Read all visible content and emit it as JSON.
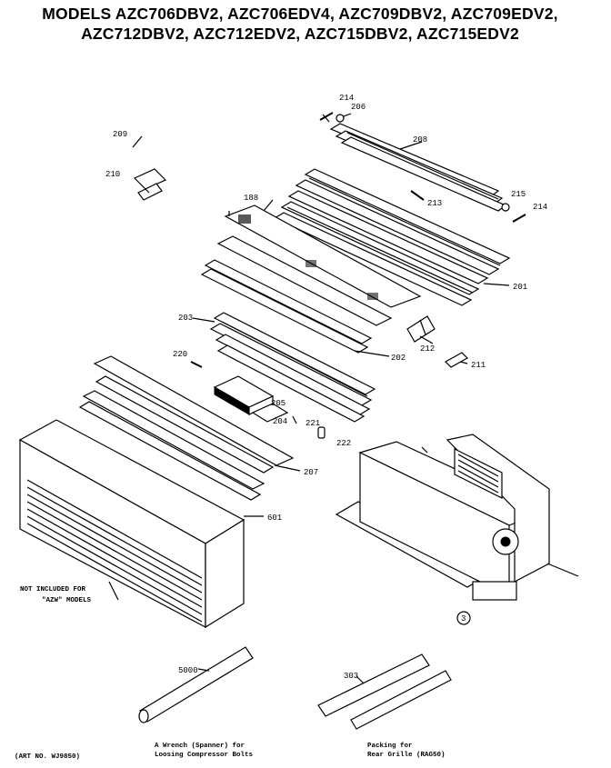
{
  "title": {
    "line1": "MODELS AZC706DBV2, AZC706EDV4, AZC709DBV2, AZC709EDV2,",
    "line2": "AZC712DBV2, AZC712EDV2, AZC715DBV2, AZC715EDV2"
  },
  "part_numbers": {
    "p214a": "214",
    "p206": "206",
    "p208": "208",
    "p209": "209",
    "p210": "210",
    "p213": "213",
    "p215": "215",
    "p214b": "214",
    "p188": "188",
    "p201": "201",
    "p203": "203",
    "p212": "212",
    "p220": "220",
    "p202": "202",
    "p211": "211",
    "p205": "205",
    "p204": "204",
    "p221": "221",
    "p222": "222",
    "p207": "207",
    "p601": "601",
    "p5000": "5000",
    "p303": "303"
  },
  "notes": {
    "not_included_line1": "NOT INCLUDED FOR",
    "not_included_line2": "\"AZW\" MODELS",
    "wrench_line1": "A Wrench (Spanner) for",
    "wrench_line2": "Loosing Compressor Bolts",
    "packing_line1": "Packing for",
    "packing_line2": "Rear Grille (RAG50)",
    "art_no": "(ART NO. WJ9850)",
    "circle_3": "3"
  }
}
